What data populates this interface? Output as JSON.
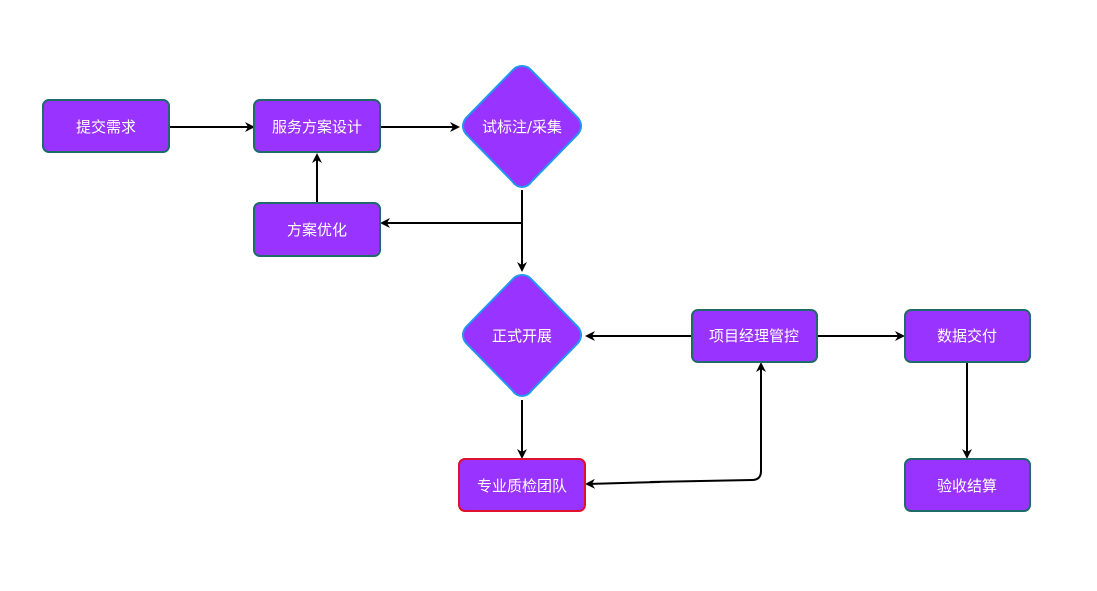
{
  "colors": {
    "node_fill": "#9933ff",
    "node_border": "#1f6b6b",
    "diamond_border": "#2196f3",
    "highlight_border": "#e0102f",
    "edge": "#000000",
    "label": "#ffffff"
  },
  "nodes": {
    "submit_request": "提交需求",
    "service_design": "服务方案设计",
    "trial_label": "试标注/采集",
    "plan_optimize": "方案优化",
    "formal_start": "正式开展",
    "pm_control": "项目经理管控",
    "data_delivery": "数据交付",
    "qa_team": "专业质检团队",
    "acceptance": "验收结算"
  }
}
